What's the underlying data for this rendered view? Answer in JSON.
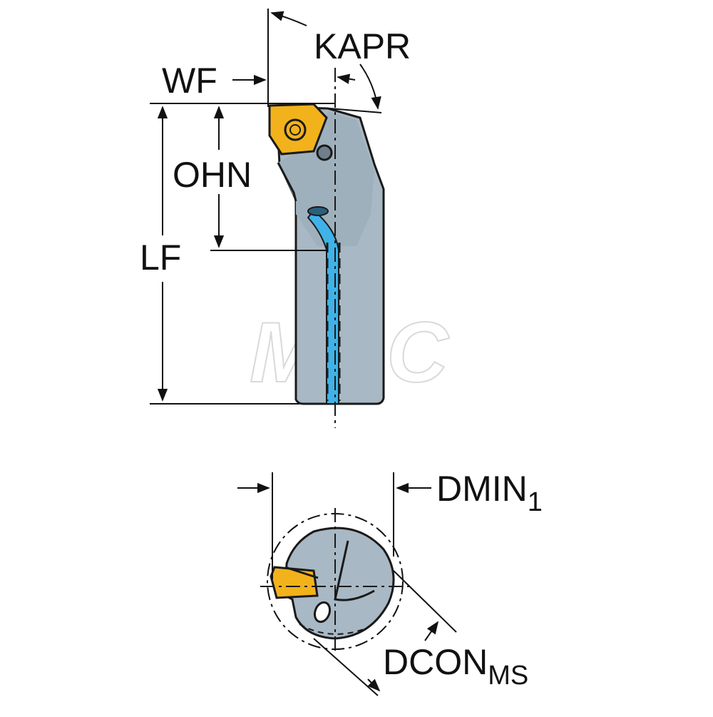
{
  "labels": {
    "kapr": "KAPR",
    "wf": "WF",
    "ohn": "OHN",
    "lf": "LF",
    "dmin_main": "DMIN",
    "dmin_sub": "1",
    "dcon_main": "DCON",
    "dcon_sub": "MS"
  },
  "watermark": "MSC",
  "colors": {
    "holder_body": "#a8b8c4",
    "holder_shadow": "#8f9fab",
    "insert": "#f2b21b",
    "insert_dark": "#c98f05",
    "coolant": "#3fb2e8",
    "outline": "#1a1a1a",
    "dimension": "#111111"
  }
}
